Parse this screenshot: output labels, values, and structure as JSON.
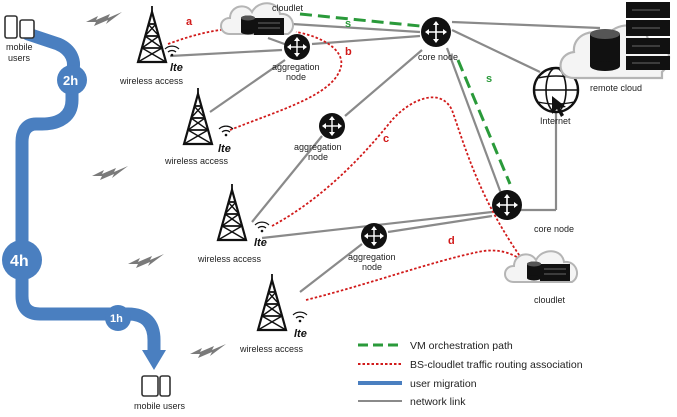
{
  "labels": {
    "mobile_users_top": [
      "mobile",
      "users"
    ],
    "mobile_users_bottom": "mobile users",
    "wireless_access": "wireless access",
    "lte": "lte",
    "aggregation_node": [
      "aggregation",
      "node"
    ],
    "core_node": "core node",
    "cloudlet": "cloudlet",
    "internet": "Internet",
    "remote_cloud": "remote cloud"
  },
  "routes": {
    "a": "a",
    "b": "b",
    "c": "c",
    "d": "d"
  },
  "orchestration_marks": {
    "s_top": "s",
    "s_mid": "s"
  },
  "migration": {
    "first": "2h",
    "second": "4h",
    "third": "1h"
  },
  "legend": {
    "vm_orchestration": "VM orchestration path",
    "traffic_routing": "BS-cloudlet traffic routing association",
    "user_migration": "user migration",
    "network_link": "network link"
  },
  "colors": {
    "orchestration": "#2a9a3a",
    "routing": "#d11a1a",
    "migration": "#4a7fc0",
    "link": "#8a8a8a",
    "node": "#111111"
  }
}
